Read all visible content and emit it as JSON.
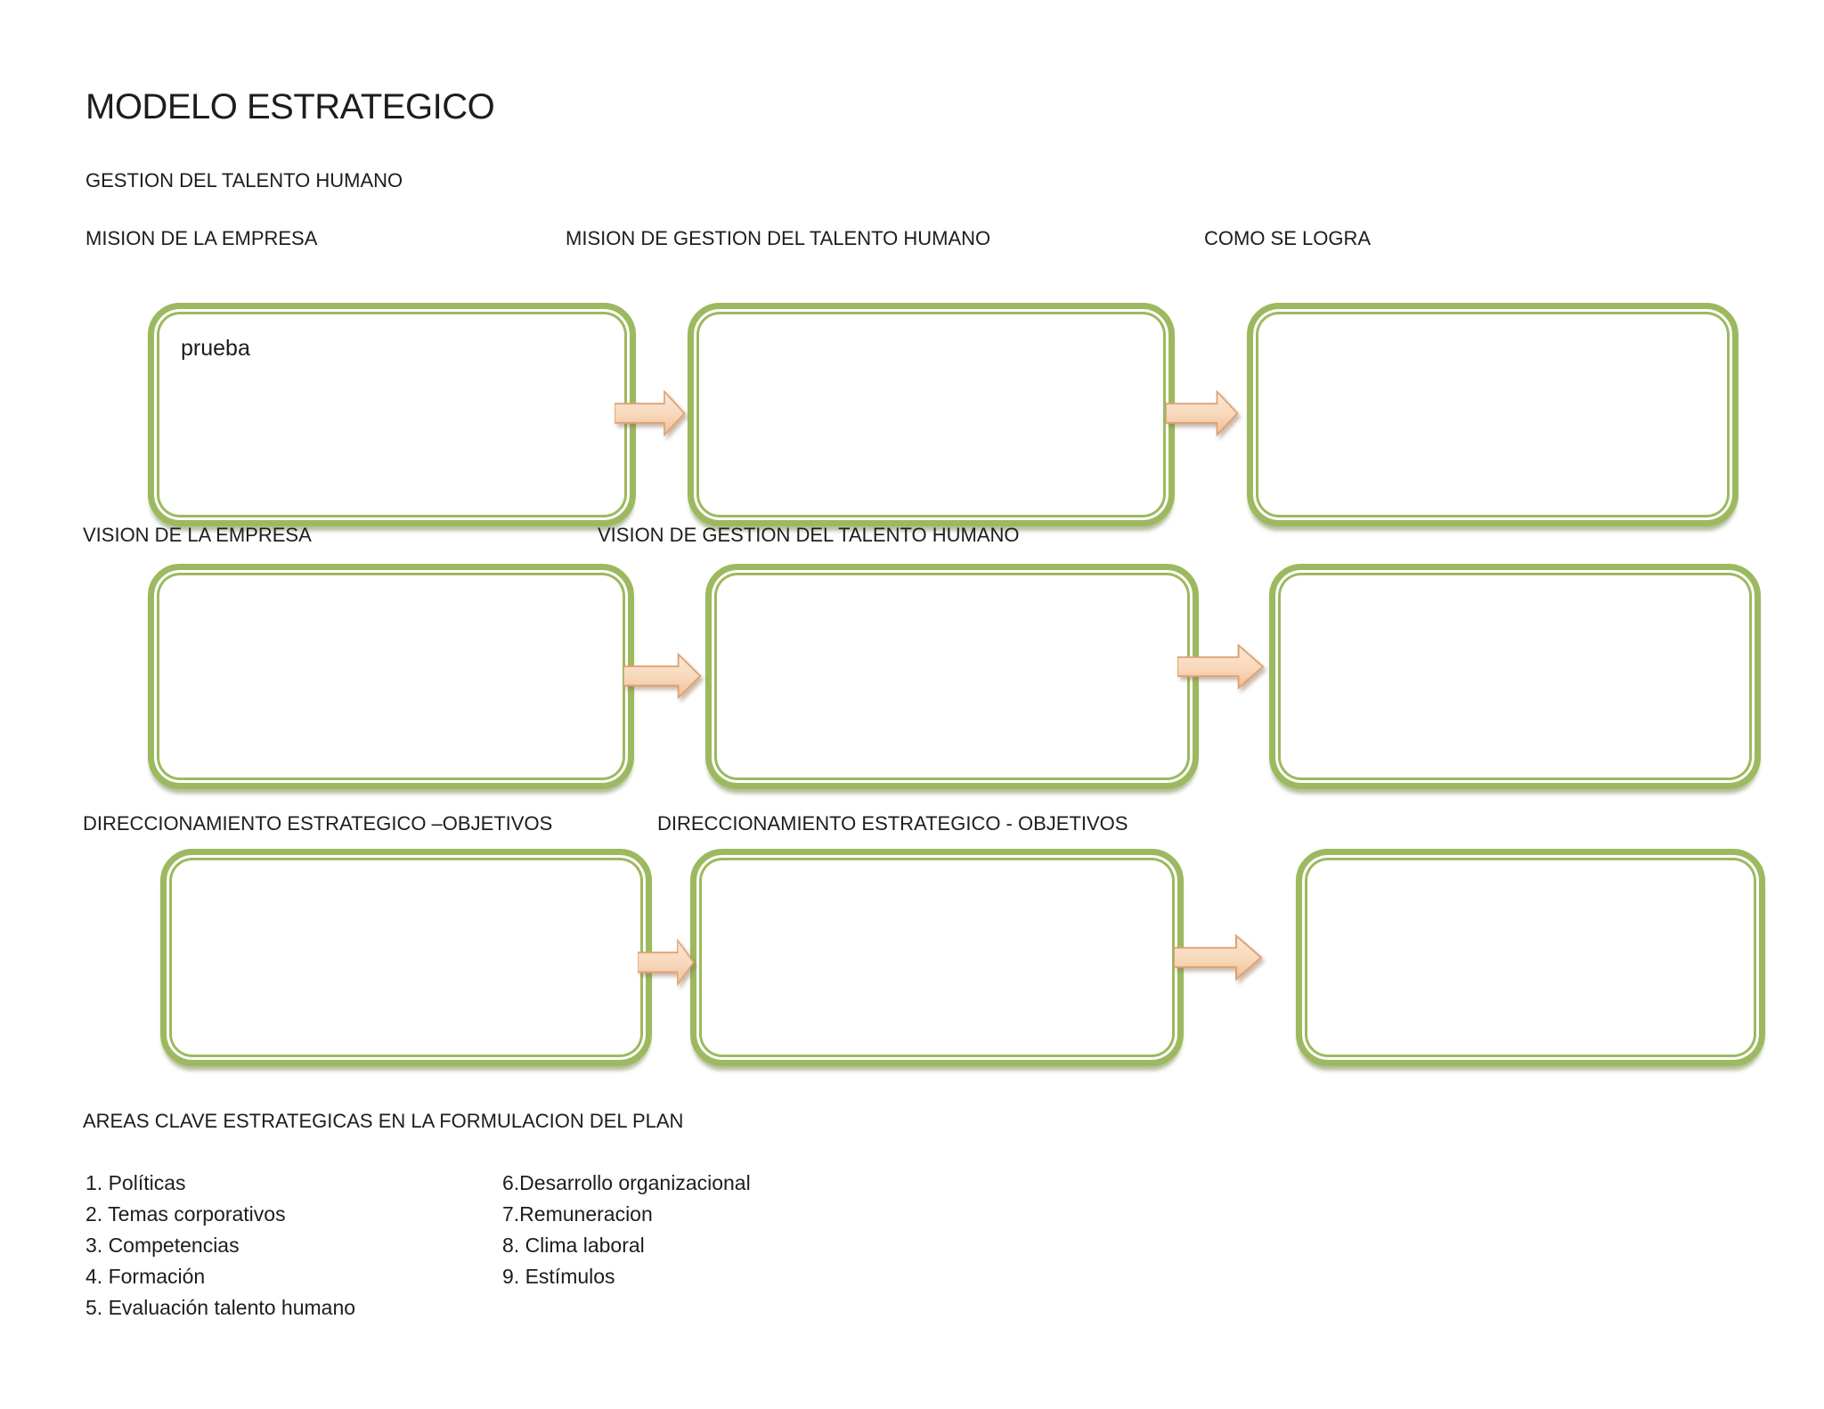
{
  "title": "MODELO ESTRATEGICO",
  "subtitle": "GESTION DEL TALENTO HUMANO",
  "row_labels": {
    "r1": [
      "MISION DE LA EMPRESA",
      "MISION DE GESTION DEL TALENTO HUMANO",
      "COMO SE LOGRA"
    ],
    "r2": [
      "VISION DE LA EMPRESA",
      "VISION DE GESTION DEL TALENTO HUMANO"
    ],
    "r3": [
      "DIRECCIONAMIENTO ESTRATEGICO –OBJETIVOS",
      "DIRECCIONAMIENTO ESTRATEGICO - OBJETIVOS"
    ]
  },
  "boxes": {
    "r1c1_text": "prueba",
    "r1c2_text": "",
    "r1c3_text": "",
    "r2c1_text": "",
    "r2c2_text": "",
    "r2c3_text": "",
    "r3c1_text": "",
    "r3c2_text": "",
    "r3c3_text": ""
  },
  "areas": {
    "heading": "AREAS CLAVE ESTRATEGICAS EN LA FORMULACION DEL PLAN",
    "col1": [
      "1. Políticas",
      "2. Temas corporativos",
      "3. Competencias",
      "4. Formación",
      "5. Evaluación talento humano"
    ],
    "col2": [
      "6.Desarrollo organizacional",
      "7.Remuneracion",
      "8. Clima laboral",
      "9. Estímulos"
    ]
  },
  "colors": {
    "box_border_green": "#9CB95F",
    "arrow_fill_light": "#FBE7D6",
    "arrow_fill_dark": "#F3BC90",
    "arrow_outline": "#DCA273",
    "text": "#1D1D1D"
  }
}
